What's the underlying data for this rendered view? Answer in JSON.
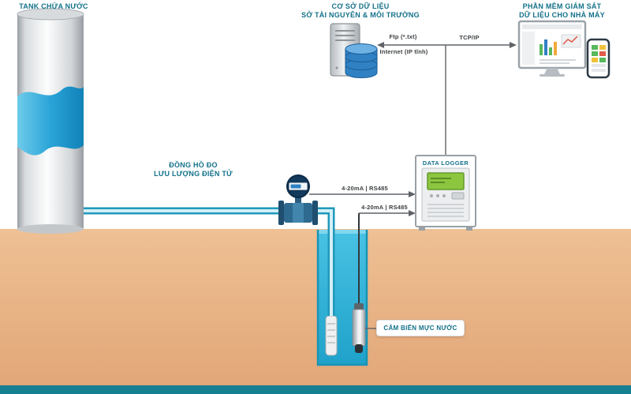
{
  "title": "Water monitoring system diagram",
  "colors": {
    "teal_text": "#13718a",
    "ground": "#eab585",
    "ground_base_strip": "#177f92",
    "well_water": "#2fb2d9",
    "tank_water": "#2aa4d8",
    "pipe": "#2099bb",
    "connection_line": "#5f6368",
    "logger_screen_green": "#8cc63f",
    "database_blue": "#2f81c3"
  },
  "tank": {
    "label": "TANK CHỨA NƯỚC"
  },
  "database": {
    "label_line1": "CƠ SỞ DỮ LIỆU",
    "label_line2": "SỞ TÀI NGUYÊN & MÔI TRƯỜNG"
  },
  "software": {
    "label_line1": "PHẦN MỀM GIÁM SÁT",
    "label_line2": "DỮ LIỆU CHO NHÀ MÁY"
  },
  "flow_meter": {
    "label_line1": "ĐỒNG HỒ ĐO",
    "label_line2": "LƯU LƯỢNG ĐIỆN TỬ"
  },
  "data_logger": {
    "label": "DATA LOGGER"
  },
  "level_sensor": {
    "label": "CẢM BIẾN MỰC NƯỚC"
  },
  "connections": {
    "flow_to_logger_label": "4-20mA | RS485",
    "sensor_to_logger_label": "4-20mA | RS485",
    "ftp_label": "Ftp (*.txt)",
    "internet_label": "Internet (IP tĩnh)",
    "tcpip_label": "TCP/IP"
  },
  "icons": {
    "water-tank-icon": "vertical-cylinder-tank",
    "server-icon": "tower-server",
    "database-icon": "stacked-disks",
    "monitor-icon": "desktop-monitor",
    "phone-icon": "smartphone",
    "flow-meter-icon": "inline-pipe-flow-meter",
    "data-logger-icon": "control-cabinet",
    "water-level-sensor-icon": "probe-cylinder",
    "well-screen-pipe-icon": "slotted-tube",
    "arrow-icon": "triangle-arrow"
  }
}
